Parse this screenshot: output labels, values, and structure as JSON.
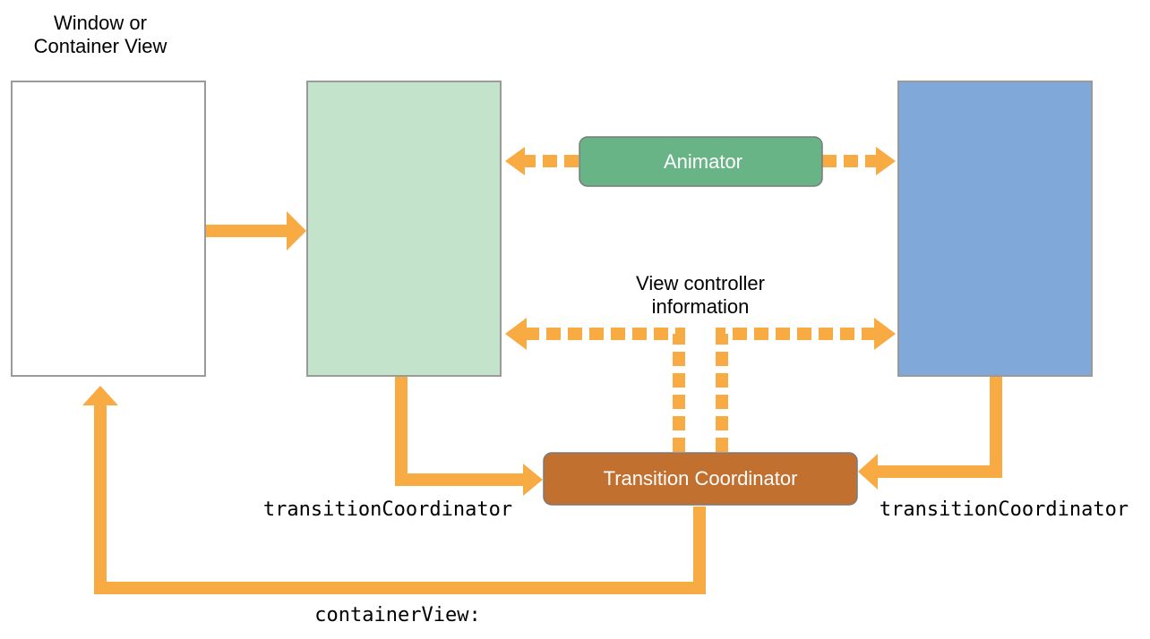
{
  "labels": {
    "window_label_line1": "Window or",
    "window_label_line2": "Container View",
    "animator": "Animator",
    "vc_info_line1": "View controller",
    "vc_info_line2": "information",
    "transition_coordinator": "Transition Coordinator",
    "left_property": "transitionCoordinator",
    "right_property": "transitionCoordinator",
    "container_view_property": "containerView:"
  },
  "colors": {
    "window_fill": "#ffffff",
    "box_border": "#9a9a9a",
    "from_vc_fill": "#c3e3ca",
    "to_vc_fill": "#80a9da",
    "animator_fill": "#69b487",
    "coordinator_fill": "#c2702f",
    "arrow": "#f9ab43",
    "box_text_on_color": "#ffffff",
    "text": "#000000"
  }
}
